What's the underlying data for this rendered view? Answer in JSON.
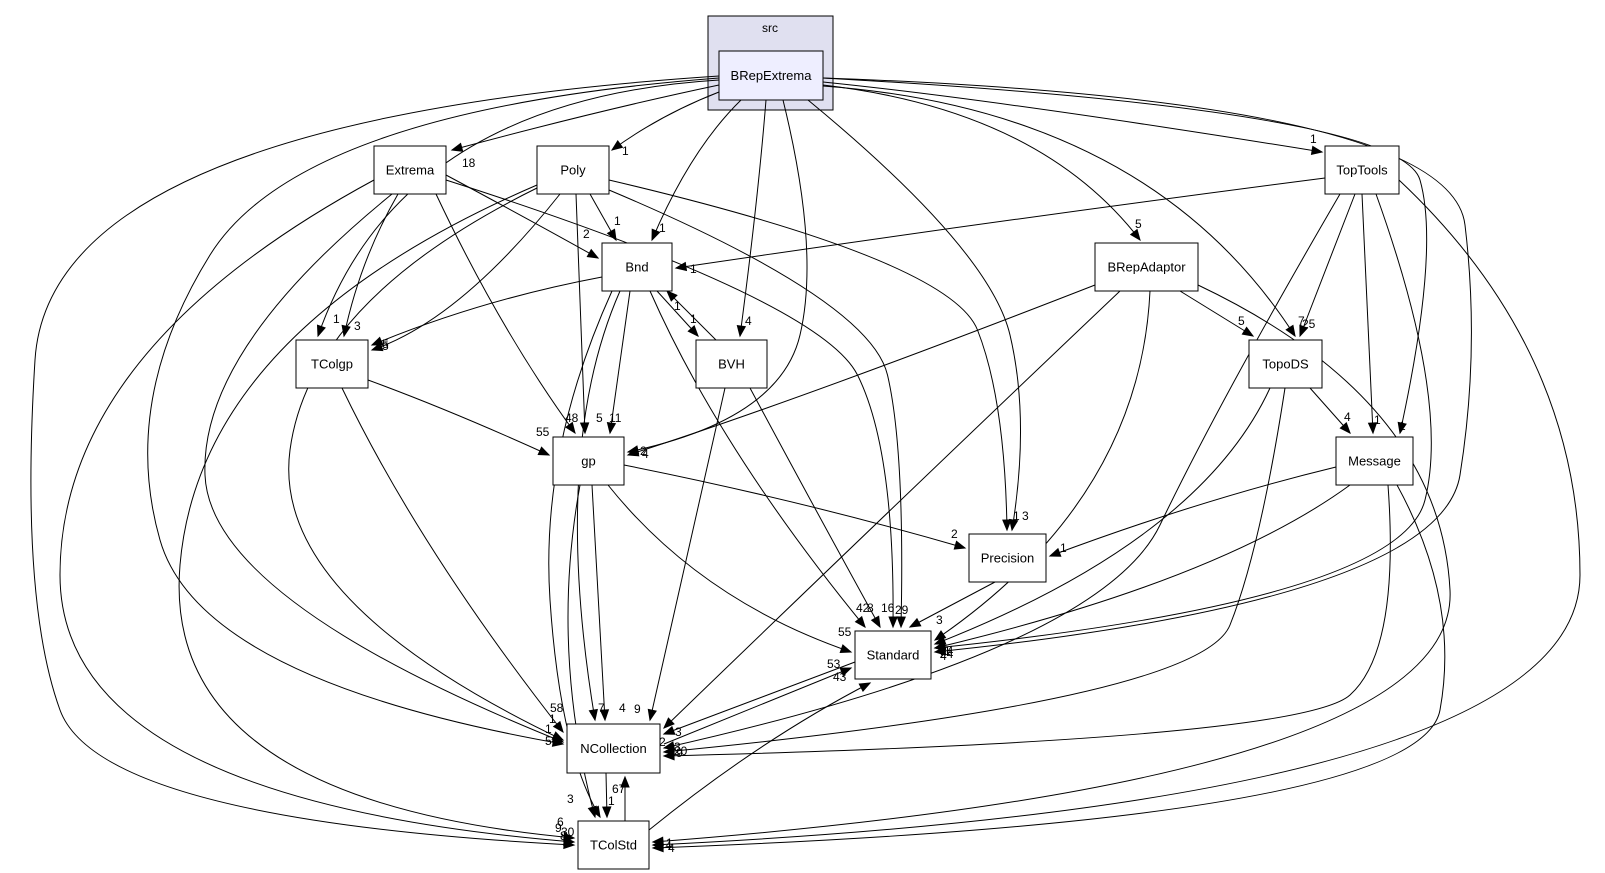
{
  "cluster": {
    "label": "src"
  },
  "nodes": [
    {
      "id": "brepextrema",
      "label": "BRepExtrema"
    },
    {
      "id": "extrema",
      "label": "Extrema"
    },
    {
      "id": "poly",
      "label": "Poly"
    },
    {
      "id": "toptools",
      "label": "TopTools"
    },
    {
      "id": "bnd",
      "label": "Bnd"
    },
    {
      "id": "brepadaptor",
      "label": "BRepAdaptor"
    },
    {
      "id": "tcolgp",
      "label": "TColgp"
    },
    {
      "id": "bvh",
      "label": "BVH"
    },
    {
      "id": "topods",
      "label": "TopoDS"
    },
    {
      "id": "gp",
      "label": "gp"
    },
    {
      "id": "message",
      "label": "Message"
    },
    {
      "id": "precision",
      "label": "Precision"
    },
    {
      "id": "standard",
      "label": "Standard"
    },
    {
      "id": "ncollection",
      "label": "NCollection"
    },
    {
      "id": "tcolstd",
      "label": "TColStd"
    }
  ],
  "edges": [
    {
      "from": "brepextrema",
      "to": "extrema",
      "label": "18"
    },
    {
      "from": "brepextrema",
      "to": "poly",
      "label": "1"
    },
    {
      "from": "brepextrema",
      "to": "toptools",
      "label": "1"
    },
    {
      "from": "brepextrema",
      "to": "bnd",
      "label": "1"
    },
    {
      "from": "brepextrema",
      "to": "brepadaptor",
      "label": "5"
    },
    {
      "from": "brepextrema",
      "to": "tcolgp",
      "label": "1"
    },
    {
      "from": "brepextrema",
      "to": "bvh",
      "label": "4"
    },
    {
      "from": "brepextrema",
      "to": "topods",
      "label": "7"
    },
    {
      "from": "brepextrema",
      "to": "gp",
      "label": "2"
    },
    {
      "from": "brepextrema",
      "to": "message",
      "label": "1"
    },
    {
      "from": "brepextrema",
      "to": "precision",
      "label": "3"
    },
    {
      "from": "brepextrema",
      "to": "standard",
      "label": "4"
    },
    {
      "from": "brepextrema",
      "to": "ncollection",
      "label": "1"
    },
    {
      "from": "brepextrema",
      "to": "tcolstd",
      "label": "8"
    },
    {
      "from": "extrema",
      "to": "bnd",
      "label": "2"
    },
    {
      "from": "extrema",
      "to": "tcolgp",
      "label": "3"
    },
    {
      "from": "extrema",
      "to": "gp",
      "label": "48"
    },
    {
      "from": "extrema",
      "to": "standard",
      "label": "42"
    },
    {
      "from": "extrema",
      "to": "ncollection",
      "label": "5"
    },
    {
      "from": "extrema",
      "to": "tcolstd",
      "label": "30"
    },
    {
      "from": "poly",
      "to": "bnd",
      "label": "1"
    },
    {
      "from": "poly",
      "to": "tcolgp",
      "label": "5"
    },
    {
      "from": "poly",
      "to": "gp",
      "label": "5"
    },
    {
      "from": "poly",
      "to": "precision",
      "label": "1"
    },
    {
      "from": "poly",
      "to": "standard",
      "label": "29"
    },
    {
      "from": "poly",
      "to": "ncollection",
      "label": "1"
    },
    {
      "from": "poly",
      "to": "tcolstd",
      "label": "9"
    },
    {
      "from": "toptools",
      "to": "bnd",
      "label": "1"
    },
    {
      "from": "toptools",
      "to": "topods",
      "label": "25"
    },
    {
      "from": "toptools",
      "to": "message",
      "label": "1"
    },
    {
      "from": "toptools",
      "to": "standard",
      "label": "2"
    },
    {
      "from": "toptools",
      "to": "ncollection",
      "label": "3"
    },
    {
      "from": "toptools",
      "to": "tcolstd",
      "label": "4"
    },
    {
      "from": "bnd",
      "to": "tcolgp",
      "label": "5"
    },
    {
      "from": "bnd",
      "to": "bvh",
      "label": "1"
    },
    {
      "from": "bnd",
      "to": "gp",
      "label": "11"
    },
    {
      "from": "bnd",
      "to": "standard",
      "label": "16"
    },
    {
      "from": "bnd",
      "to": "ncollection",
      "label": "7"
    },
    {
      "from": "bnd",
      "to": "tcolstd",
      "label": "6"
    },
    {
      "from": "bvh",
      "to": "bnd",
      "label": "1"
    },
    {
      "from": "bvh",
      "to": "standard",
      "label": "8"
    },
    {
      "from": "bvh",
      "to": "ncollection",
      "label": "9"
    },
    {
      "from": "brepadaptor",
      "to": "topods",
      "label": "5"
    },
    {
      "from": "brepadaptor",
      "to": "gp",
      "label": "4"
    },
    {
      "from": "brepadaptor",
      "to": "standard",
      "label": "1"
    },
    {
      "from": "brepadaptor",
      "to": "ncollection",
      "label": "2"
    },
    {
      "from": "brepadaptor",
      "to": "tcolstd",
      "label": "1"
    },
    {
      "from": "tcolgp",
      "to": "gp",
      "label": "55"
    },
    {
      "from": "tcolgp",
      "to": "ncollection",
      "label": "58"
    },
    {
      "from": "topods",
      "to": "message",
      "label": "4"
    },
    {
      "from": "topods",
      "to": "standard",
      "label": "24"
    },
    {
      "from": "topods",
      "to": "ncollection",
      "label": "20"
    },
    {
      "from": "gp",
      "to": "precision",
      "label": "2"
    },
    {
      "from": "gp",
      "to": "standard",
      "label": "55"
    },
    {
      "from": "gp",
      "to": "ncollection",
      "label": "4"
    },
    {
      "from": "gp",
      "to": "tcolstd",
      "label": "3"
    },
    {
      "from": "message",
      "to": "precision",
      "label": "1"
    },
    {
      "from": "message",
      "to": "standard",
      "label": "14"
    },
    {
      "from": "message",
      "to": "ncollection",
      "label": "9"
    },
    {
      "from": "message",
      "to": "tcolstd",
      "label": "4"
    },
    {
      "from": "precision",
      "to": "standard",
      "label": "3"
    },
    {
      "from": "standard",
      "to": "ncollection",
      "label": "3"
    },
    {
      "from": "ncollection",
      "to": "standard",
      "label": "53"
    },
    {
      "from": "ncollection",
      "to": "tcolstd",
      "label": "1"
    },
    {
      "from": "tcolstd",
      "to": "ncollection",
      "label": "67"
    },
    {
      "from": "tcolstd",
      "to": "standard",
      "label": "43"
    }
  ]
}
